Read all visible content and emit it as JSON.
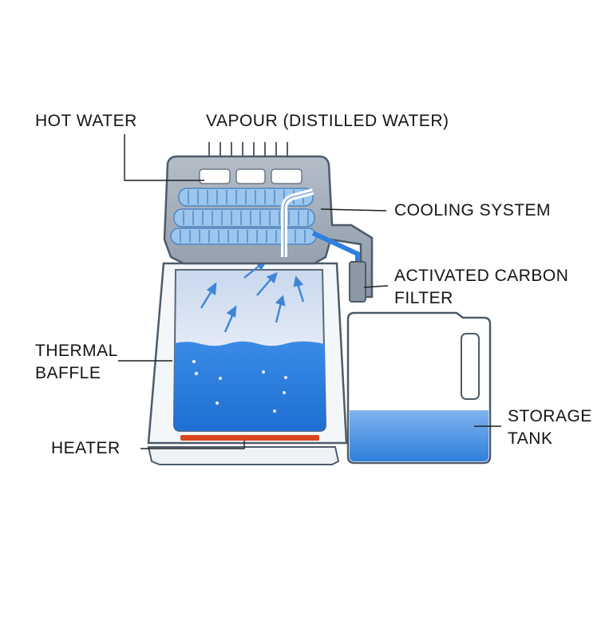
{
  "labels": {
    "hot_water": "HOT WATER",
    "vapour": "VAPOUR (DISTILLED WATER)",
    "cooling_system": "COOLING SYSTEM",
    "activated_carbon_filter": [
      "ACTIVATED CARBON",
      "FILTER"
    ],
    "thermal_baffle": [
      "THERMAL",
      "BAFFLE"
    ],
    "heater": "HEATER",
    "storage_tank": [
      "STORAGE",
      "TANK"
    ]
  },
  "colors": {
    "water": "#2f80de",
    "water_light": "#5aa3ee",
    "vapour_arrow": "#3d85d6",
    "heater": "#d8471c",
    "body_outline": "#4d5b6a",
    "lid": "#9ea9b6",
    "coil": "#6aa8e2",
    "tank_water": "#3f8be0"
  }
}
